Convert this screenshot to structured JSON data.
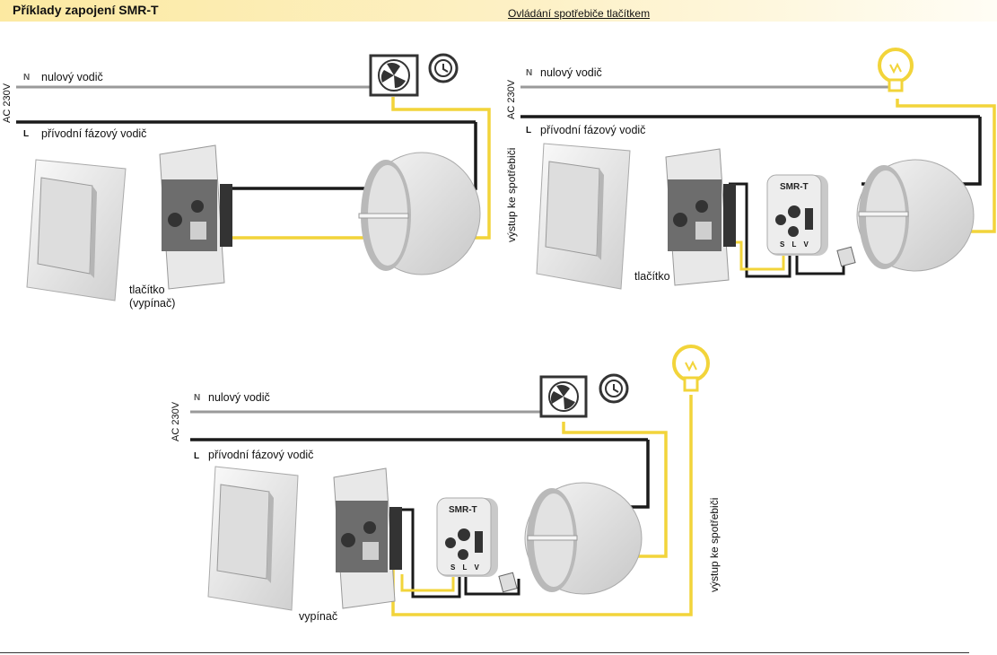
{
  "header": {
    "title": "Příklady zapojení SMR-T",
    "subtitle": "Ovládání spotřebiče tlačítkem"
  },
  "labels": {
    "N": "N",
    "L": "L",
    "neutral": "nulový vodič",
    "phase": "přívodní fázový vodič",
    "voltage": "AC 230V",
    "output": "výstup ke spotřebiči",
    "button": "tlačítko",
    "button_alt": "(vypínač)",
    "switch": "vypínač",
    "module": "SMR-T",
    "terminals": "S L V"
  },
  "colors": {
    "neutral_wire": "#9a9a9a",
    "phase_wire": "#1a1a1a",
    "output_wire": "#f2d43a",
    "header": "#fce9a1"
  },
  "icons": [
    "fan-icon",
    "timer-icon",
    "light-bulb-icon",
    "switch-plate-icon",
    "switch-mechanism-icon",
    "junction-box-icon",
    "smr-t-module-icon"
  ]
}
